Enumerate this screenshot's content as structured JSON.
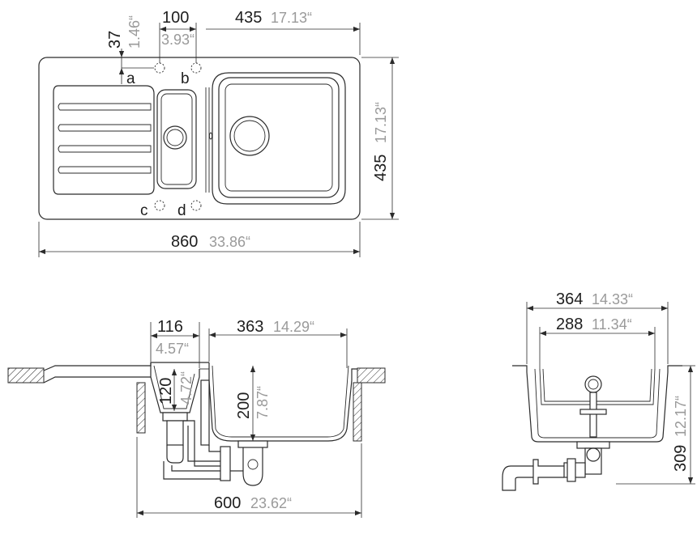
{
  "top_view": {
    "overall_width": {
      "mm": "860",
      "inch": "33.86“"
    },
    "bowl_width": {
      "mm": "435",
      "inch": "17.13“"
    },
    "overall_depth": {
      "mm": "435",
      "inch": "17.13“"
    },
    "tap_hole_spacing": {
      "mm": "100",
      "inch": "3.93“"
    },
    "tap_hole_offset": {
      "mm": "37",
      "inch": "1.46“"
    },
    "tap_holes": [
      "a",
      "b",
      "c",
      "d"
    ]
  },
  "front_view": {
    "half_bowl_width": {
      "mm": "116",
      "inch": "4.57“"
    },
    "main_bowl_width": {
      "mm": "363",
      "inch": "14.29“"
    },
    "half_bowl_depth": {
      "mm": "120",
      "inch": "4.72“"
    },
    "main_bowl_depth": {
      "mm": "200",
      "inch": "7.87“"
    },
    "cabinet_width": {
      "mm": "600",
      "inch": "23.62“"
    }
  },
  "side_view": {
    "outer_width": {
      "mm": "364",
      "inch": "14.33“"
    },
    "inner_width": {
      "mm": "288",
      "inch": "11.34“"
    },
    "total_height": {
      "mm": "309",
      "inch": "12.17“"
    }
  }
}
